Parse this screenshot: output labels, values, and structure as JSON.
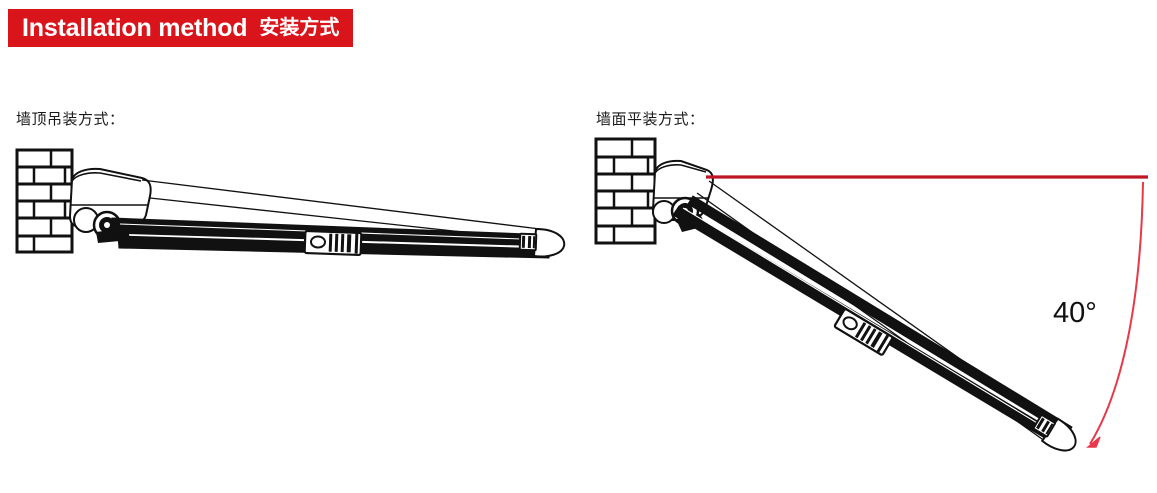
{
  "header": {
    "title_en": "Installation method",
    "title_cn": "安装方式",
    "background_color": "#D9141B",
    "text_color": "#FFFFFF"
  },
  "sections": {
    "ceiling_mount": {
      "label": "墙顶吊装方式：",
      "description_icon": "ceiling-mounted-awning-icon"
    },
    "wall_mount": {
      "label": "墙面平装方式：",
      "description_icon": "wall-mounted-awning-icon",
      "angle_label": "40°",
      "reference_line_color": "#BE1622",
      "angle_arc_color": "#E8384A"
    }
  },
  "drawing": {
    "line_color": "#000000",
    "fill_color": "#FFFFFF",
    "brick_rows": 6,
    "icons": {
      "wall": "brick-wall-icon",
      "cassette": "awning-cassette-icon",
      "pivot": "pivot-joint-icon",
      "arm": "folding-arm-icon",
      "elbow": "elbow-hinge-icon",
      "tip": "arm-end-cap-icon",
      "reference_line": "horizontal-reference-line-icon",
      "angle_arc": "angle-arc-arrow-icon"
    }
  }
}
